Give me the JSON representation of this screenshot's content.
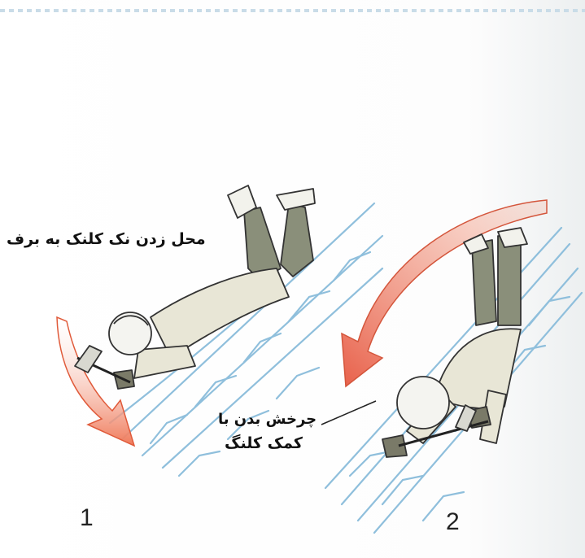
{
  "annotations": {
    "pick_contact": "محل زدن نک کلنک به برف",
    "rotate_line1": "چرخش بدن با",
    "rotate_line2": "کمک کلنگ"
  },
  "steps": [
    "1",
    "2"
  ],
  "colors": {
    "arrow": "#ef7a5a",
    "snow": "#9ec6e0",
    "clothing": "#e8e6d6",
    "pants": "#8a8f7a",
    "ink": "#222222"
  }
}
